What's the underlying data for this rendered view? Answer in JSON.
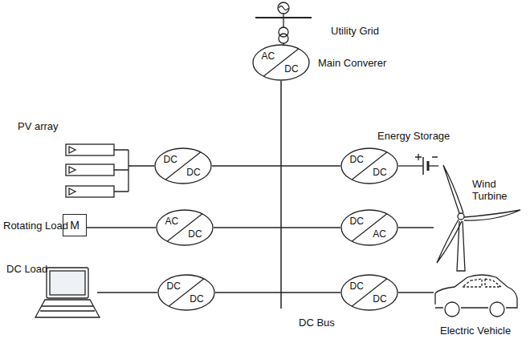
{
  "diagram": {
    "nodes": [
      {
        "text": [
          "AC",
          "DC"
        ]
      },
      {
        "text": [
          "DC",
          "DC"
        ]
      },
      {
        "text": [
          "DC",
          "DC"
        ]
      },
      {
        "text": [
          "M"
        ]
      },
      {
        "text": [
          "AC",
          "DC"
        ]
      },
      {
        "text": [
          "DC",
          "AC"
        ]
      },
      {
        "text": [
          "DC",
          "DC"
        ]
      },
      {
        "text": [
          "DC",
          "DC"
        ]
      }
    ],
    "edges": [
      {
        "from": 3,
        "to": 4,
        "arrow": "none"
      }
    ],
    "labels": [
      "Utility Grid",
      "Main Converer",
      "PV array",
      "Energy Storage",
      "Rotating Load",
      "Wind Turbine",
      "DC Load",
      "DC Bus",
      "Electric Vehicle"
    ]
  }
}
